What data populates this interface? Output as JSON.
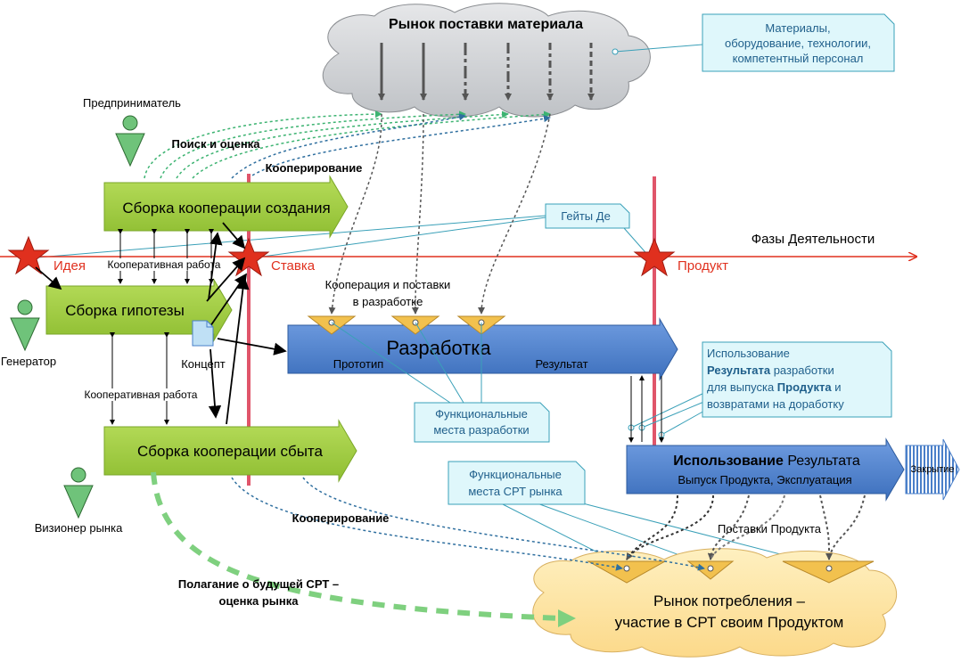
{
  "colors": {
    "green_block": "#9bc93c",
    "blue_block": "#4a7fc9",
    "red_axis": "#e0301e",
    "cloud_top": "#cfd2d6",
    "cloud_bottom": "#fde3a0",
    "callout_fill": "#dff7fb",
    "callout_text": "#1f5f8b",
    "gate_fill": "#f2c14e"
  },
  "top_cloud": {
    "title": "Рынок поставки материала"
  },
  "callout_materials": {
    "line1": "Материалы,",
    "line2": "оборудование, технологии,",
    "line3": "компетентный персонал"
  },
  "actors": {
    "entrepreneur": "Предприниматель",
    "generator": "Генератор",
    "visionary": "Визионер рынка"
  },
  "labels": {
    "search": "Поиск и оценка",
    "cooperation_top": "Кооперирование",
    "cooperation_bottom": "Кооперирование",
    "phases": "Фазы Деятельности",
    "idea": "Идея",
    "bet": "Ставка",
    "product": "Продукт",
    "coop_work_1": "Кооперативная работа",
    "coop_work_2": "Кооперативная работа",
    "concept": "Концепт",
    "coop_supply_1": "Кооперация и поставки",
    "coop_supply_2": "в разработке",
    "product_supply": "Поставки Продукта",
    "forecast_1": "Полагание о будущей СРТ –",
    "forecast_2": "оценка рынка",
    "closing": "Закрытие"
  },
  "blocks": {
    "creation": "Сборка кооперации создания",
    "hypothesis": "Сборка гипотезы",
    "sales": "Сборка кооперации сбыта",
    "development": {
      "title": "Разработка",
      "prototype": "Прототип",
      "result": "Результат"
    },
    "usage": {
      "title_bold": "Использование",
      "title_rest": " Результата",
      "sub": "Выпуск Продукта, Эксплуатация"
    }
  },
  "callouts": {
    "gates": "Гейты Де",
    "usage_result": {
      "line1": "Использование",
      "line2_bold": "Результата",
      "line2_rest": " разработки",
      "line3_pre": "для выпуска ",
      "line3_bold": "Продукта",
      "line3_post": " и",
      "line4": "возвратами на доработку"
    },
    "func_dev": {
      "line1": "Функциональные",
      "line2": "места разработки"
    },
    "func_srt": {
      "line1": "Функциональные",
      "line2": "места СРТ рынка"
    }
  },
  "bottom_cloud": {
    "line1": "Рынок потребления –",
    "line2": "участие в СРТ своим Продуктом"
  }
}
